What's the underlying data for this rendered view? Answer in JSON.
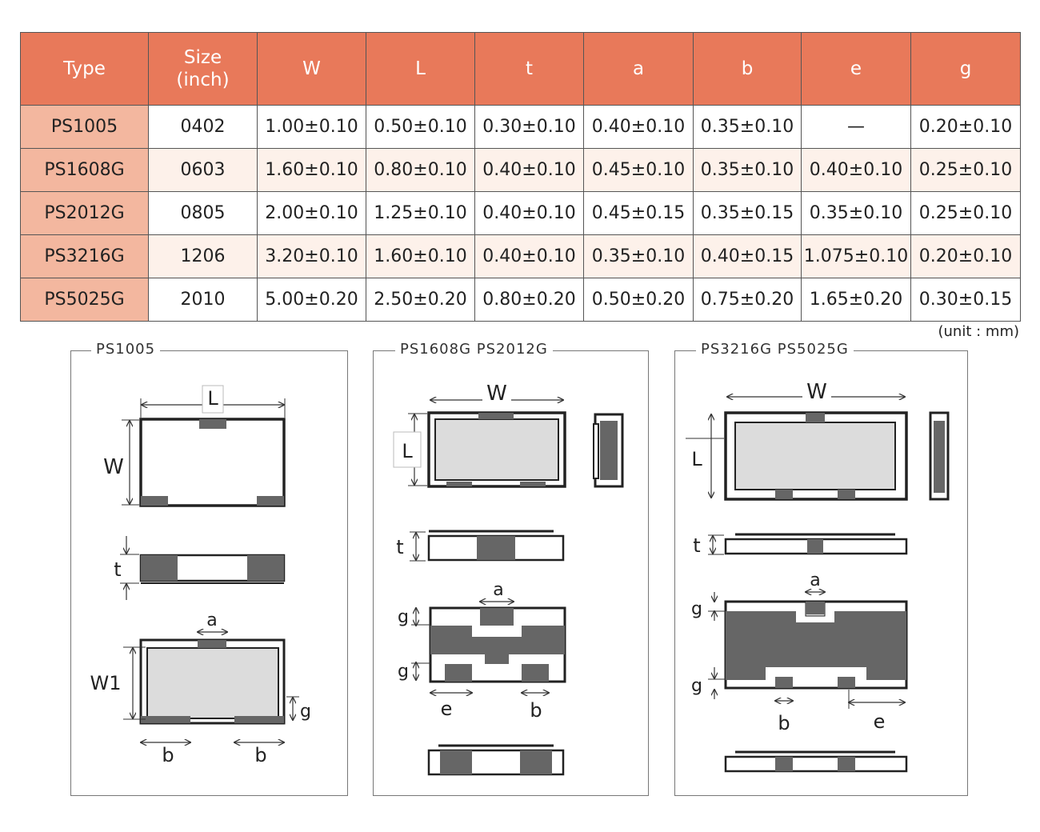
{
  "table": {
    "headers": [
      "Type",
      "Size\n(inch)",
      "W",
      "L",
      "t",
      "a",
      "b",
      "e",
      "g"
    ],
    "rows": [
      [
        "PS1005",
        "0402",
        "1.00±0.10",
        "0.50±0.10",
        "0.30±0.10",
        "0.40±0.10",
        "0.35±0.10",
        "—",
        "0.20±0.10"
      ],
      [
        "PS1608G",
        "0603",
        "1.60±0.10",
        "0.80±0.10",
        "0.40±0.10",
        "0.45±0.10",
        "0.35±0.10",
        "0.40±0.10",
        "0.25±0.10"
      ],
      [
        "PS2012G",
        "0805",
        "2.00±0.10",
        "1.25±0.10",
        "0.40±0.10",
        "0.45±0.15",
        "0.35±0.15",
        "0.35±0.10",
        "0.25±0.10"
      ],
      [
        "PS3216G",
        "1206",
        "3.20±0.10",
        "1.60±0.10",
        "0.40±0.10",
        "0.35±0.10",
        "0.40±0.15",
        "1.075±0.10",
        "0.20±0.10"
      ],
      [
        "PS5025G",
        "2010",
        "5.00±0.20",
        "2.50±0.20",
        "0.80±0.20",
        "0.50±0.20",
        "0.75±0.20",
        "1.65±0.20",
        "0.30±0.15"
      ]
    ],
    "unit": "(unit : mm)"
  },
  "panels": {
    "p1": {
      "title": "PS1005",
      "labels": {
        "L": "L",
        "W": "W",
        "t": "t",
        "a": "a",
        "W1": "W1",
        "g": "g",
        "b1": "b",
        "b2": "b"
      }
    },
    "p2": {
      "title": "PS1608G PS2012G",
      "labels": {
        "W": "W",
        "L": "L",
        "t": "t",
        "a": "a",
        "g1": "g",
        "g2": "g",
        "e": "e",
        "b": "b"
      }
    },
    "p3": {
      "title": "PS3216G PS5025G",
      "labels": {
        "W": "W",
        "L": "L",
        "t": "t",
        "a": "a",
        "g1": "g",
        "g2": "g",
        "b": "b",
        "e": "e"
      }
    }
  },
  "colors": {
    "header": "#e8795a",
    "type_col": "#f3b79f",
    "row_alt": "#fdf1ea",
    "electrode": "#666666",
    "body": "#dcdcdc"
  }
}
